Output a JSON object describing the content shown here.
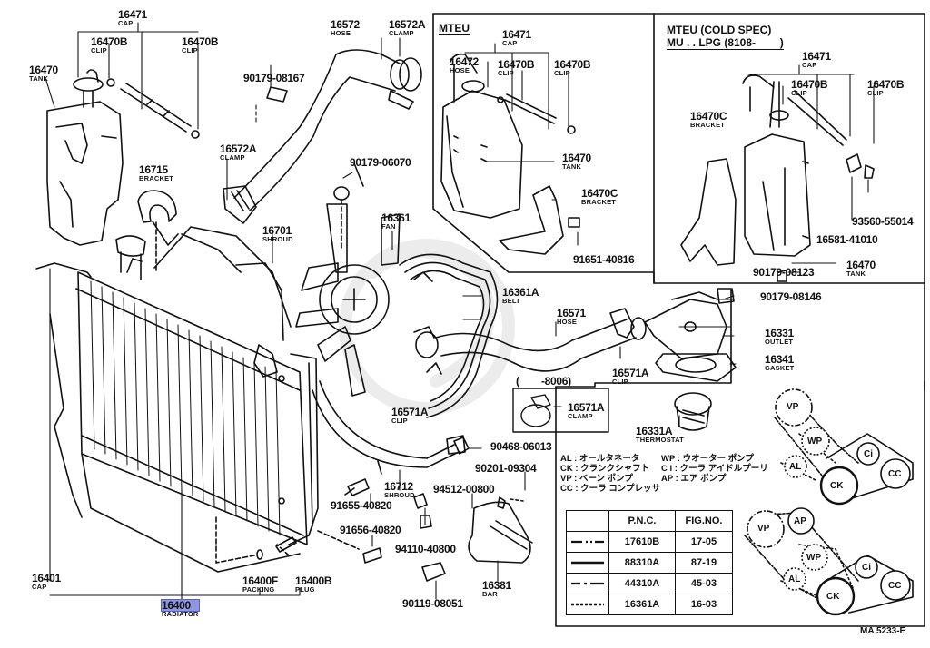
{
  "diagram": {
    "title": "Radiator & Water Outlet",
    "figure_code": "MA 5233-E",
    "selected_part": "16400",
    "highlight_color": "#8f97dd"
  },
  "callouts": {
    "c16471_main": {
      "pn": "16471",
      "name": "CAP"
    },
    "c16470b_l1": {
      "pn": "16470B",
      "name": "CLIP"
    },
    "c16470b_l2": {
      "pn": "16470B",
      "name": "CLIP"
    },
    "c16470_main": {
      "pn": "16470",
      "name": "TANK"
    },
    "c90179_08167": {
      "pn": "90179-08167",
      "name": ""
    },
    "c16572": {
      "pn": "16572",
      "name": "HOSE"
    },
    "c16572a_top": {
      "pn": "16572A",
      "name": "CLAMP"
    },
    "c16572a_mid": {
      "pn": "16572A",
      "name": "CLAMP"
    },
    "c16715": {
      "pn": "16715",
      "name": "BRACKET"
    },
    "c16701": {
      "pn": "16701",
      "name": "SHROUD"
    },
    "c90179_06070": {
      "pn": "90179-06070",
      "name": ""
    },
    "c16361": {
      "pn": "16361",
      "name": "FAN"
    },
    "c16361a": {
      "pn": "16361A",
      "name": "BELT"
    },
    "c16571": {
      "pn": "16571",
      "name": "HOSE"
    },
    "c16571a_clip_r": {
      "pn": "16571A",
      "name": "CLIP"
    },
    "c16571a_clip_c": {
      "pn": "16571A",
      "name": "CLIP"
    },
    "c16571a_clamp": {
      "pn": "16571A",
      "name": "CLAMP"
    },
    "c8006": {
      "pn": "(        -8006)",
      "name": ""
    },
    "c90179_08146": {
      "pn": "90179-08146",
      "name": ""
    },
    "c16331": {
      "pn": "16331",
      "name": "OUTLET"
    },
    "c16341": {
      "pn": "16341",
      "name": "GASKET"
    },
    "c16331a": {
      "pn": "16331A",
      "name": "THERMOSTAT"
    },
    "c90468_06013": {
      "pn": "90468-06013",
      "name": ""
    },
    "c90201_09304": {
      "pn": "90201-09304",
      "name": ""
    },
    "c94512_00800": {
      "pn": "94512-00800",
      "name": ""
    },
    "c16712": {
      "pn": "16712",
      "name": "SHROUD"
    },
    "c91655_40820": {
      "pn": "91655-40820",
      "name": ""
    },
    "c91656_40820": {
      "pn": "91656-40820",
      "name": ""
    },
    "c94110_40800": {
      "pn": "94110-40800",
      "name": ""
    },
    "c16381": {
      "pn": "16381",
      "name": "BAR"
    },
    "c90119_08051": {
      "pn": "90119-08051",
      "name": ""
    },
    "c16400f": {
      "pn": "16400F",
      "name": "PACKING"
    },
    "c16400b": {
      "pn": "16400B",
      "name": "PLUG"
    },
    "c16401": {
      "pn": "16401",
      "name": "CAP"
    },
    "c16400": {
      "pn": "16400",
      "name": "RADIATOR"
    },
    "m_16471": {
      "pn": "16471",
      "name": "CAP"
    },
    "m_16472": {
      "pn": "16472",
      "name": "HOSE"
    },
    "m_16470b_1": {
      "pn": "16470B",
      "name": "CLIP"
    },
    "m_16470b_2": {
      "pn": "16470B",
      "name": "CLIP"
    },
    "m_16470": {
      "pn": "16470",
      "name": "TANK"
    },
    "m_16470c": {
      "pn": "16470C",
      "name": "BRACKET"
    },
    "m_91651": {
      "pn": "91651-40816",
      "name": ""
    },
    "cs_16471": {
      "pn": "16471",
      "name": "CAP"
    },
    "cs_16470b_1": {
      "pn": "16470B",
      "name": "CLIP"
    },
    "cs_16470b_2": {
      "pn": "16470B",
      "name": "CLIP"
    },
    "cs_16470c": {
      "pn": "16470C",
      "name": "BRACKET"
    },
    "cs_93560": {
      "pn": "93560-55014",
      "name": ""
    },
    "cs_16581": {
      "pn": "16581-41010",
      "name": ""
    },
    "cs_16470": {
      "pn": "16470",
      "name": "TANK"
    },
    "cs_90179_08123": {
      "pn": "90179-08123",
      "name": ""
    }
  },
  "inset_mteu": {
    "header": "MTEU"
  },
  "inset_cold": {
    "header_line1": "MTEU (COLD SPEC)",
    "header_line2": "MU . . LPG (8108-        )"
  },
  "pulley_legend": [
    {
      "code": "AL",
      "text": "AL : オールタネータ"
    },
    {
      "code": "WP",
      "text": "WP : ウオーター ポンプ"
    },
    {
      "code": "CK",
      "text": "CK : クランクシャフト"
    },
    {
      "code": "Ci",
      "text": "C i : クーラ アイドルプーリ"
    },
    {
      "code": "VP",
      "text": "VP : ベーン ポンプ"
    },
    {
      "code": "AP",
      "text": "AP : エア ポンプ"
    },
    {
      "code": "CC",
      "text": "CC : クーラ コンプレッサ"
    }
  ],
  "belt_table": {
    "headers": [
      "",
      "P.N.C.",
      "FIG.NO."
    ],
    "rows": [
      {
        "line_style": "dash-dot-dot",
        "pnc": "17610B",
        "fig": "17-05"
      },
      {
        "line_style": "solid",
        "pnc": "88310A",
        "fig": "87-19"
      },
      {
        "line_style": "dash-dot",
        "pnc": "44310A",
        "fig": "45-03"
      },
      {
        "line_style": "dotted",
        "pnc": "16361A",
        "fig": "16-03"
      }
    ]
  },
  "belt_diagram_top": {
    "pulleys": [
      "VP",
      "WP",
      "AL",
      "CK",
      "Ci",
      "CC"
    ]
  },
  "belt_diagram_bottom": {
    "pulleys": [
      "VP",
      "AP",
      "WP",
      "AL",
      "CK",
      "Ci",
      "CC"
    ]
  }
}
